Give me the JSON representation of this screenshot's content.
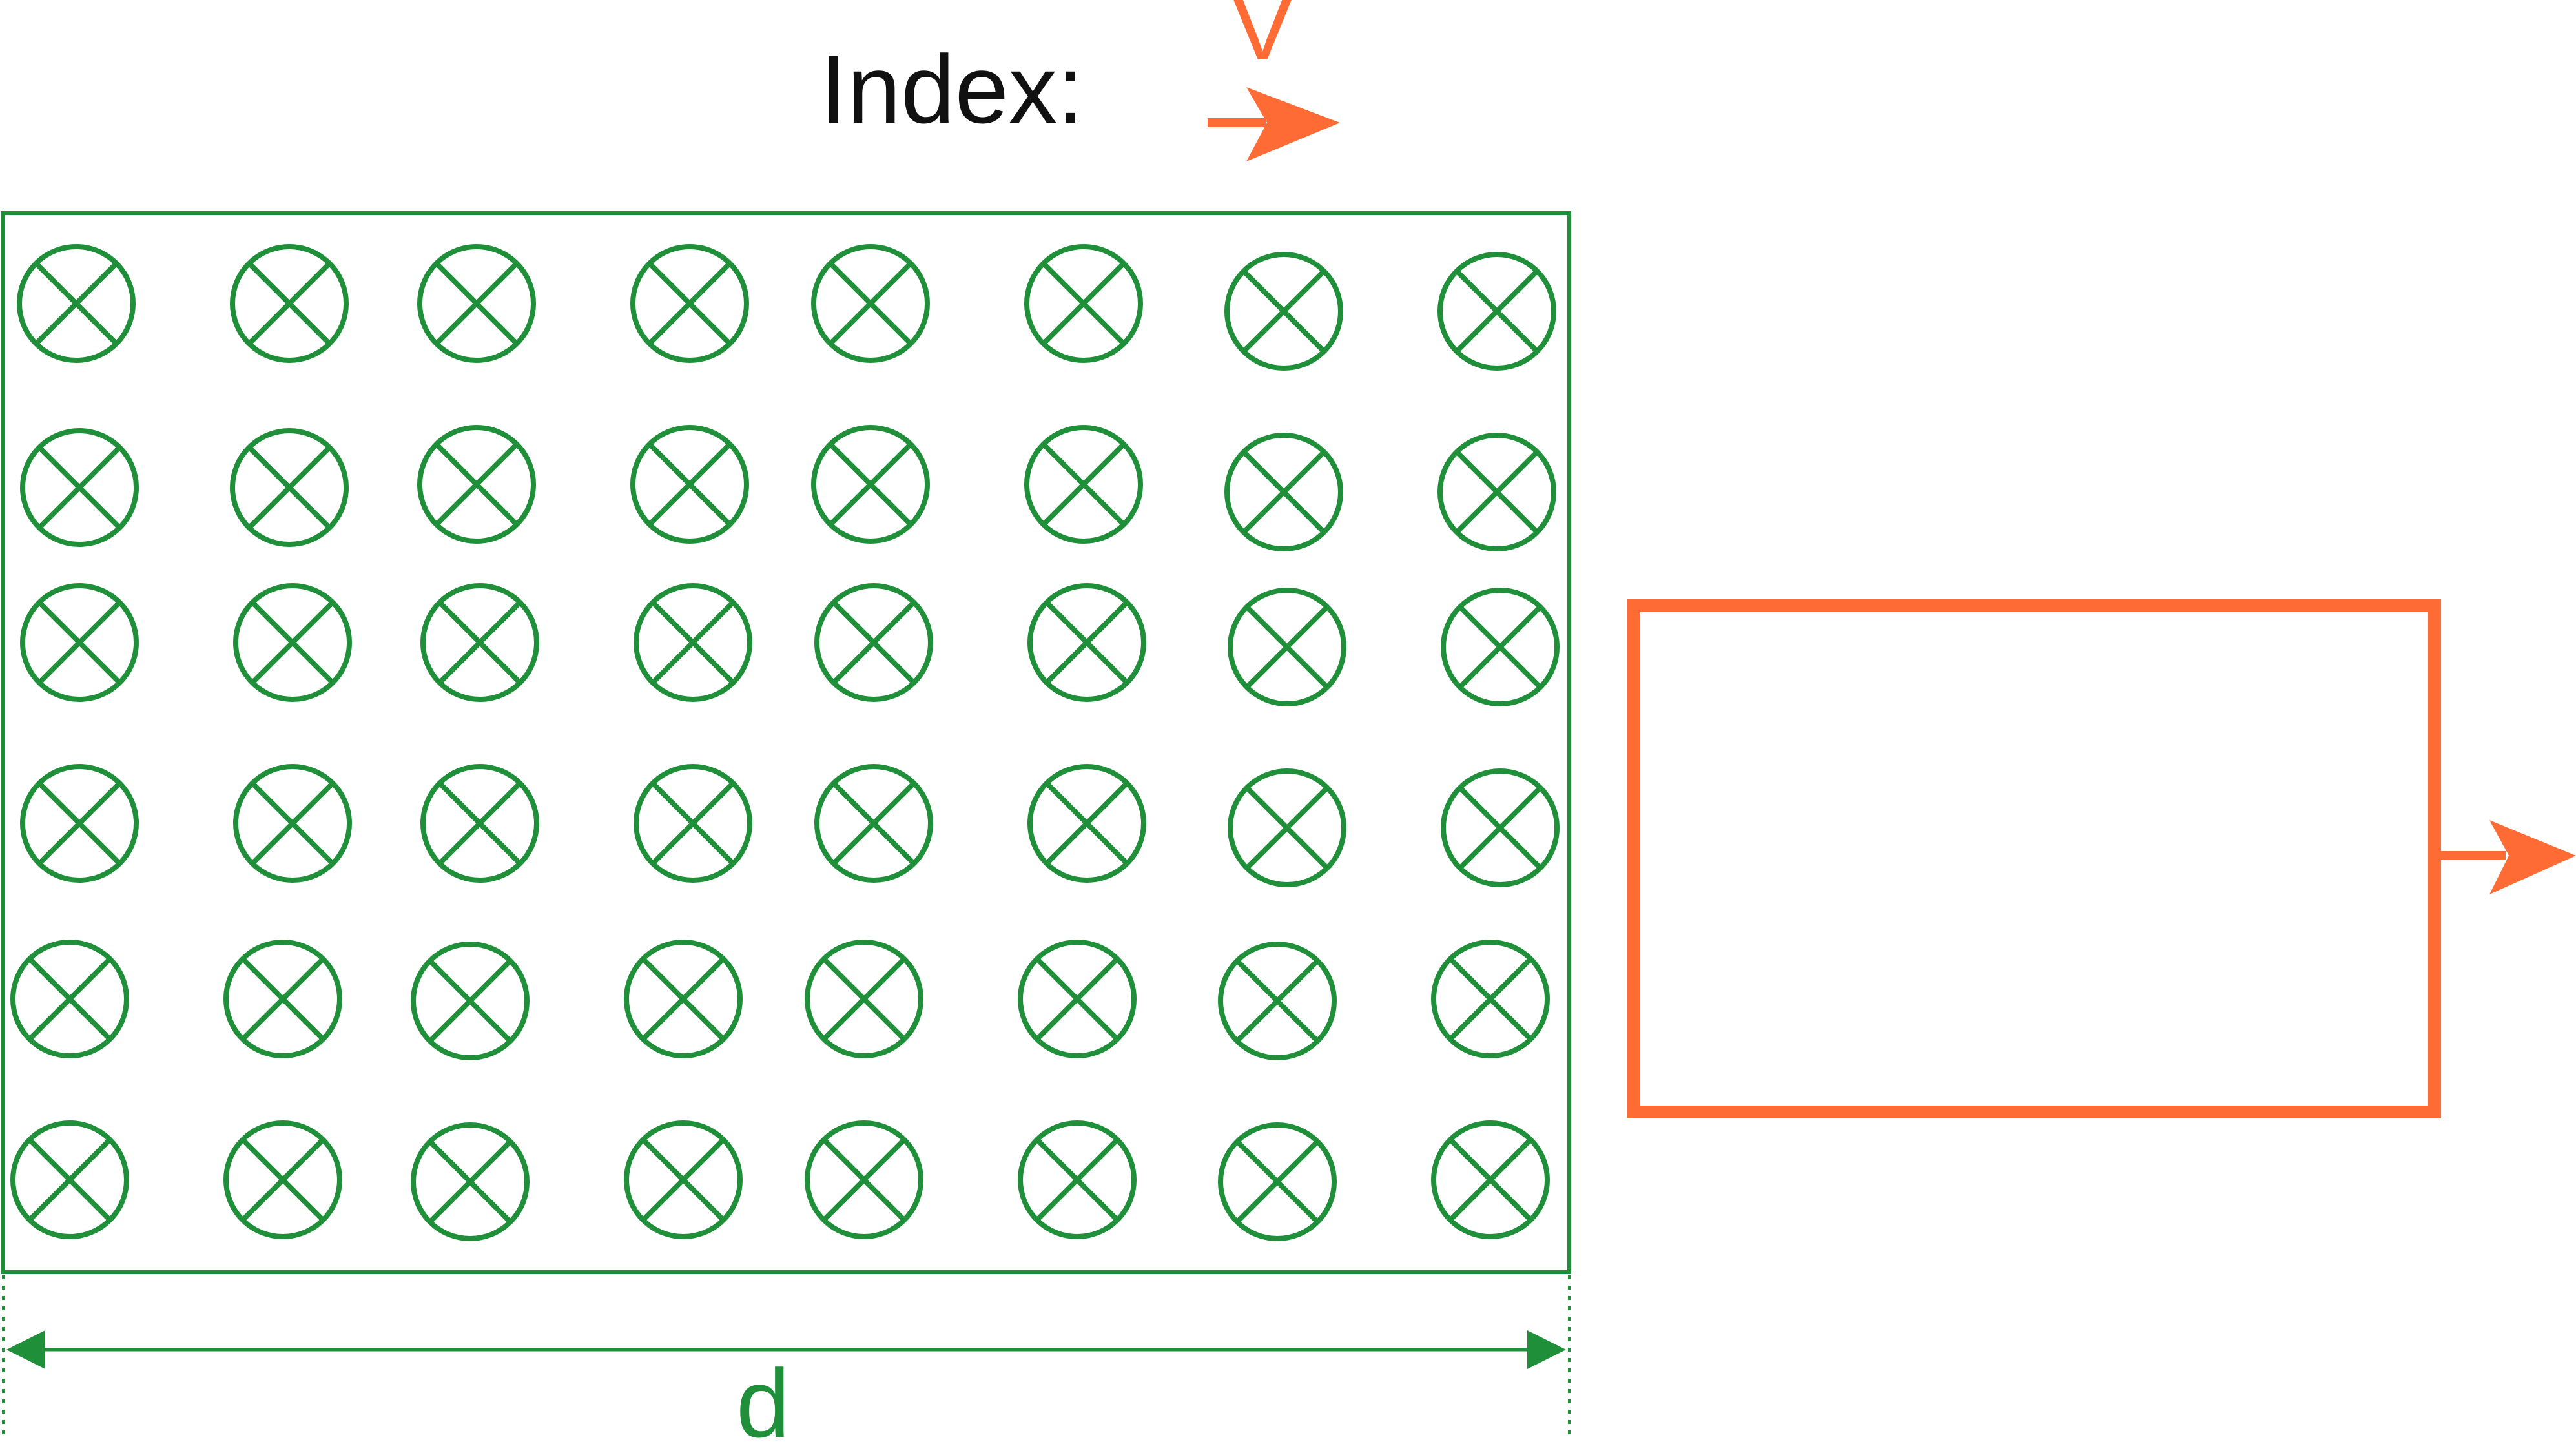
{
  "legend": {
    "label": "Index:",
    "velocity_label": "V"
  },
  "field": {
    "rows": 6,
    "columns": 8,
    "symbol": "cross-in-circle-icon",
    "width_label": "d",
    "color": "#1f8f3a"
  },
  "loop": {
    "color": "#ff6b35"
  }
}
